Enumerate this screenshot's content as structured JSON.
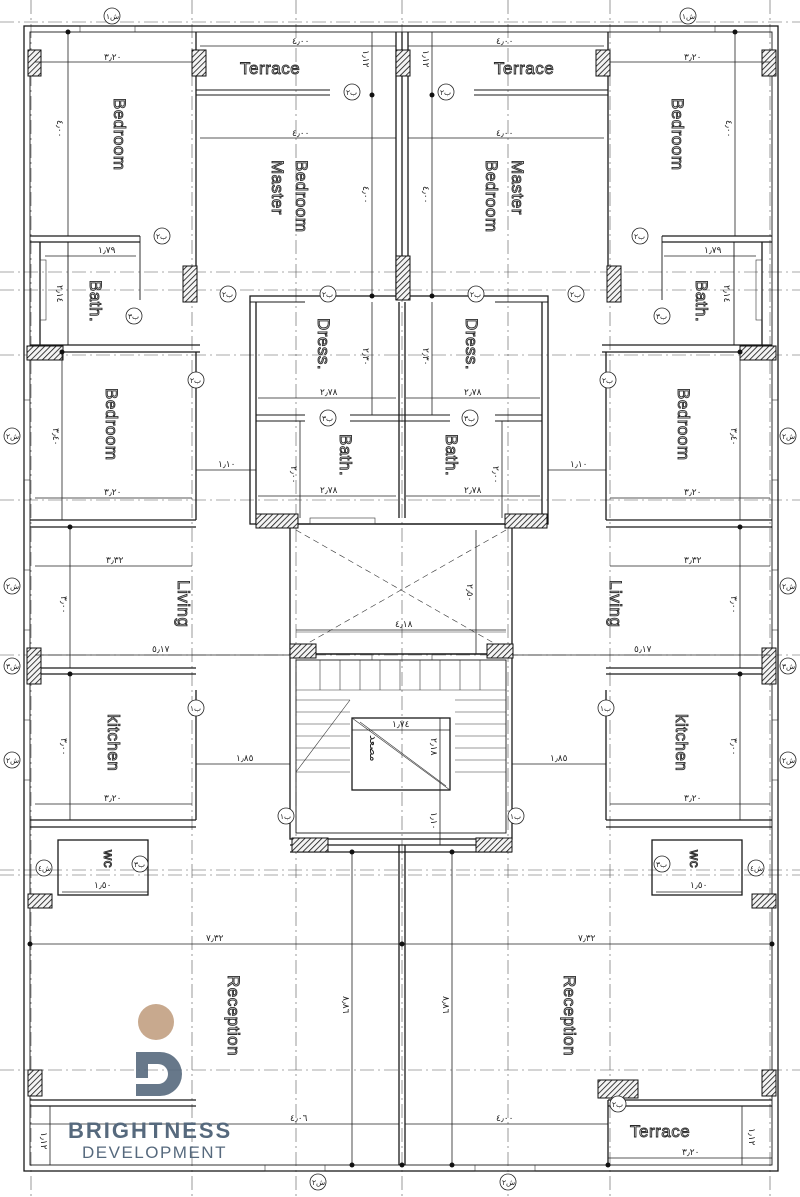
{
  "rooms": {
    "terrace_tl": "Terrace",
    "terrace_tr": "Terrace",
    "terrace_br": "Terrace",
    "bedroom_tl": "Bedroom",
    "bedroom_tr": "Bedroom",
    "master_l1": "Master",
    "master_l2": "Bedroom",
    "master_r1": "Master",
    "master_r2": "Bedroom",
    "bath_tl": "Bath.",
    "bath_tr": "Bath.",
    "dress_l": "Dress.",
    "dress_r": "Dress.",
    "bath_cl": "Bath.",
    "bath_cr": "Bath.",
    "bedroom_ml": "Bedroom",
    "bedroom_mr": "Bedroom",
    "living_l": "Living",
    "living_r": "Living",
    "kitchen_l": "kitchen",
    "kitchen_r": "kitchen",
    "wc_l": "wc",
    "wc_r": "wc",
    "reception_l": "Reception",
    "reception_r": "Reception",
    "elevator": "مصعد"
  },
  "dims": {
    "terrace_w_l": "٤٫٠٠",
    "terrace_w_r": "٤٫٠٠",
    "terrace_h_l": "١٫١٢",
    "terrace_h_r": "١٫١٢",
    "bed_tl_w": "٣٫٢٠",
    "bed_tr_w": "٣٫٢٠",
    "bed_tl_h": "٤٫٠٠",
    "bed_tr_h": "٤٫٠٠",
    "master_w_l": "٤٫٠٠",
    "master_w_r": "٤٫٠٠",
    "master_h_l": "٤٫٠٠",
    "master_h_r": "٤٫٠٠",
    "bath_tl_w": "١٫٧٩",
    "bath_tr_w": "١٫٧٩",
    "bath_tl_h": "٢٫١٤",
    "bath_tr_h": "٢٫١٤",
    "dress_w_l": "٢٫٧٨",
    "dress_w_r": "٢٫٧٨",
    "dress_h_l": "٢٫٣٠",
    "dress_h_r": "٢٫٣٠",
    "bathc_w_l": "٢٫٧٨",
    "bathc_w_r": "٢٫٧٨",
    "bathc_h_l": "٢٫٠٠",
    "bathc_h_r": "٢٫٠٠",
    "bed_ml_h": "٣٫٤٠",
    "bed_mr_h": "٣٫٤٠",
    "bed_ml_w": "٣٫٢٠",
    "bed_mr_w": "٣٫٢٠",
    "corr_l": "١٫١٠",
    "corr_r": "١٫١٠",
    "living_w_l": "٣٫٣٢",
    "living_w_r": "٣٫٣٢",
    "living_h_l": "٣٫٠٠",
    "living_h_r": "٣٫٠٠",
    "lobby_w": "٤٫١٨",
    "lobby_h": "٢٫٥٠",
    "span_l": "٥٫١٧",
    "span_r": "٥٫١٧",
    "kitchen_h_l": "٣٫٠٠",
    "kitchen_h_r": "٣٫٠٠",
    "kitchen_w_l": "٣٫٢٠",
    "kitchen_w_r": "٣٫٢٠",
    "kitchen_corr_l": "١٫٨٥",
    "kitchen_corr_r": "١٫٨٥",
    "elev_w": "١٫٧٤",
    "elev_h": "٢٫١٨",
    "stair_gap": "١٫١٠",
    "wc_w_l": "١٫٥٠",
    "wc_w_r": "١٫٥٠",
    "rec_w_l": "٧٫٣٢",
    "rec_w_r": "٧٫٣٢",
    "rec_h_l": "٨٫٨٦",
    "rec_h_r": "٨٫٨٦",
    "terrace_br_w1": "٤٫٠٠",
    "terrace_br_w2": "٣٫٢٠",
    "terrace_br_h": "١٫١٢",
    "bl_w": "٤٫٠٦",
    "bl_h": "١٫١٢"
  },
  "tags": {
    "door_a": "ب١",
    "door_b": "ب٢",
    "door_c": "ب٣",
    "win_a": "ش١",
    "win_b": "ش٢",
    "win_c": "ش٣",
    "win_d": "ش٤"
  },
  "logo": {
    "line1": "BRIGHTNESS",
    "line2": "DEVELOPMENT",
    "dot_color": "#c8a98e",
    "text_color": "#56697d"
  }
}
